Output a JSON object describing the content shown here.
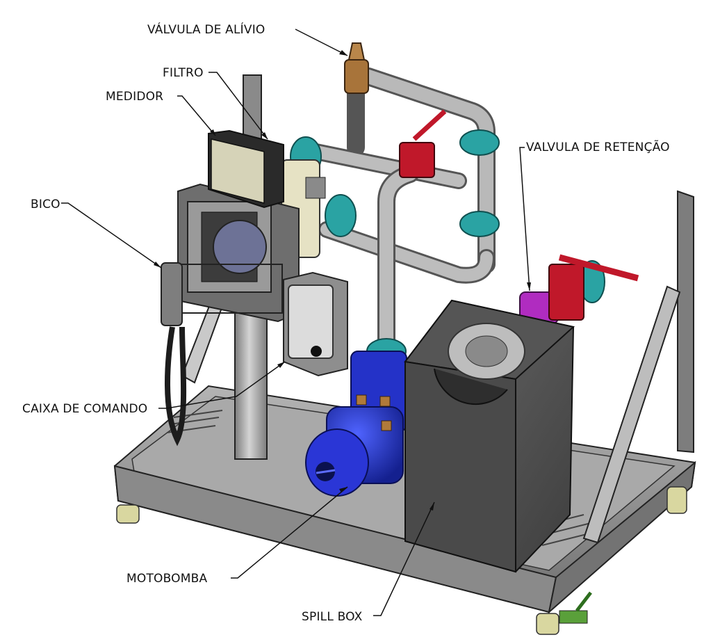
{
  "labels": {
    "valvula_alivio": "VÁLVULA DE ALÍVIO",
    "filtro": "FILTRO",
    "medidor": "MEDIDOR",
    "valvula_retencao": "VALVULA DE RETENÇÃO",
    "bico": "BICO",
    "caixa_comando": "CAIXA DE COMANDO",
    "motobomba": "MOTOBOMBA",
    "spill_box": "SPILL BOX"
  },
  "colors": {
    "frame": "#8d8d8d",
    "frame_dark": "#5b5b5b",
    "pipe": "#a7a7a7",
    "flange": "#2aa3a3",
    "valve_red": "#c0182a",
    "valve_purple": "#b02cc0",
    "motor_blue": "#2432c8",
    "brass": "#a8743a",
    "filter_cream": "#e6e2c4",
    "feet": "#d9d7a0"
  }
}
